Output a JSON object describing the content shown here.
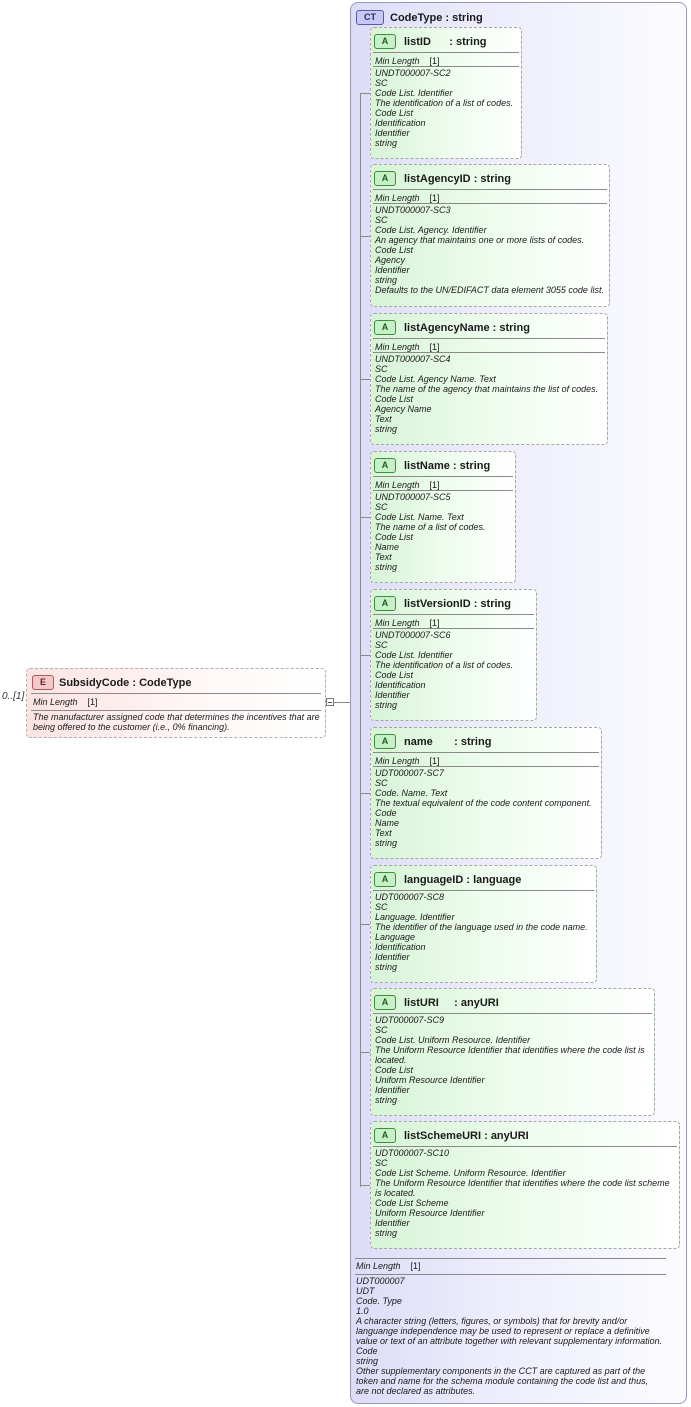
{
  "multiplicity": "0..[1]",
  "element": {
    "badge": "E",
    "name": "SubsidyCode",
    "type": "CodeType",
    "facet_label": "Min Length",
    "facet_value": "[1]",
    "description": "The manufacturer assigned code that determines the incentives that are being offered to the customer (i.e., 0% financing)."
  },
  "complex_type": {
    "badge": "CT",
    "name": "CodeType",
    "type": "string",
    "facet_label": "Min Length",
    "facet_value": "[1]",
    "description_lines": [
      "UDT000007",
      "UDT",
      "Code. Type",
      "1.0",
      "A character string (letters, figures, or symbols) that for brevity and/or",
      "languange independence may be used to represent or replace a definitive",
      "value or text of an attribute together with relevant supplementary information.",
      "Code",
      "string",
      "Other supplementary components in the CCT are captured as part of the",
      "token and name for the schema module containing the code list and thus,",
      "are not declared as attributes."
    ]
  },
  "attributes": [
    {
      "badge": "A",
      "name": "listID",
      "pad": "     ",
      "type": "string",
      "facet_label": "Min Length",
      "facet_value": "[1]",
      "lines": [
        "UNDT000007-SC2",
        "SC",
        "Code List. Identifier",
        "The identification of a list of codes.",
        "Code List",
        "Identification",
        "Identifier",
        "string"
      ]
    },
    {
      "badge": "A",
      "name": "listAgencyID",
      "pad": "",
      "type": "string",
      "facet_label": "Min Length",
      "facet_value": "[1]",
      "lines": [
        "UNDT000007-SC3",
        "SC",
        "Code List. Agency. Identifier",
        "An agency that maintains one or more lists of codes.",
        "Code List",
        "Agency",
        "Identifier",
        "string",
        "Defaults to the UN/EDIFACT data element 3055 code list."
      ]
    },
    {
      "badge": "A",
      "name": "listAgencyName",
      "pad": "",
      "type": "string",
      "facet_label": "Min Length",
      "facet_value": "[1]",
      "lines": [
        "UNDT000007-SC4",
        "SC",
        "Code List. Agency Name. Text",
        "The name of the agency that maintains the list of codes.",
        "Code List",
        "Agency Name",
        "Text",
        "string"
      ]
    },
    {
      "badge": "A",
      "name": "listName",
      "pad": "",
      "type": "string",
      "facet_label": "Min Length",
      "facet_value": "[1]",
      "lines": [
        "UNDT000007-SC5",
        "SC",
        "Code List. Name. Text",
        "The name of a list of codes.",
        "Code List",
        "Name",
        "Text",
        "string"
      ]
    },
    {
      "badge": "A",
      "name": "listVersionID",
      "pad": "",
      "type": "string",
      "facet_label": "Min Length",
      "facet_value": "[1]",
      "lines": [
        "UNDT000007-SC6",
        "SC",
        "Code List. Identifier",
        "The identification of a list of codes.",
        "Code List",
        "Identification",
        "Identifier",
        "string"
      ]
    },
    {
      "badge": "A",
      "name": "name",
      "pad": "      ",
      "type": "string",
      "facet_label": "Min Length",
      "facet_value": "[1]",
      "lines": [
        "UDT000007-SC7",
        "SC",
        "Code. Name. Text",
        "The textual equivalent of the code content component.",
        "Code",
        "Name",
        "Text",
        "string"
      ]
    },
    {
      "badge": "A",
      "name": "languageID",
      "pad": "",
      "type": "language",
      "lines": [
        "UDT000007-SC8",
        "SC",
        "Language. Identifier",
        "The identifier of the language used in the code name.",
        "Language",
        "Identification",
        "Identifier",
        "string"
      ]
    },
    {
      "badge": "A",
      "name": "listURI",
      "pad": "    ",
      "type": "anyURI",
      "lines": [
        "UDT000007-SC9",
        "SC",
        "Code List. Uniform Resource. Identifier",
        "The Uniform Resource Identifier that identifies where the code list is",
        "located.",
        "Code List",
        "Uniform Resource Identifier",
        "Identifier",
        "string"
      ]
    },
    {
      "badge": "A",
      "name": "listSchemeURI",
      "pad": "",
      "type": "anyURI",
      "lines": [
        "UDT000007-SC10",
        "SC",
        "Code List Scheme. Uniform Resource. Identifier",
        "The Uniform Resource Identifier that identifies where the code list scheme",
        "is located.",
        "Code List Scheme",
        "Uniform Resource Identifier",
        "Identifier",
        "string"
      ]
    }
  ]
}
